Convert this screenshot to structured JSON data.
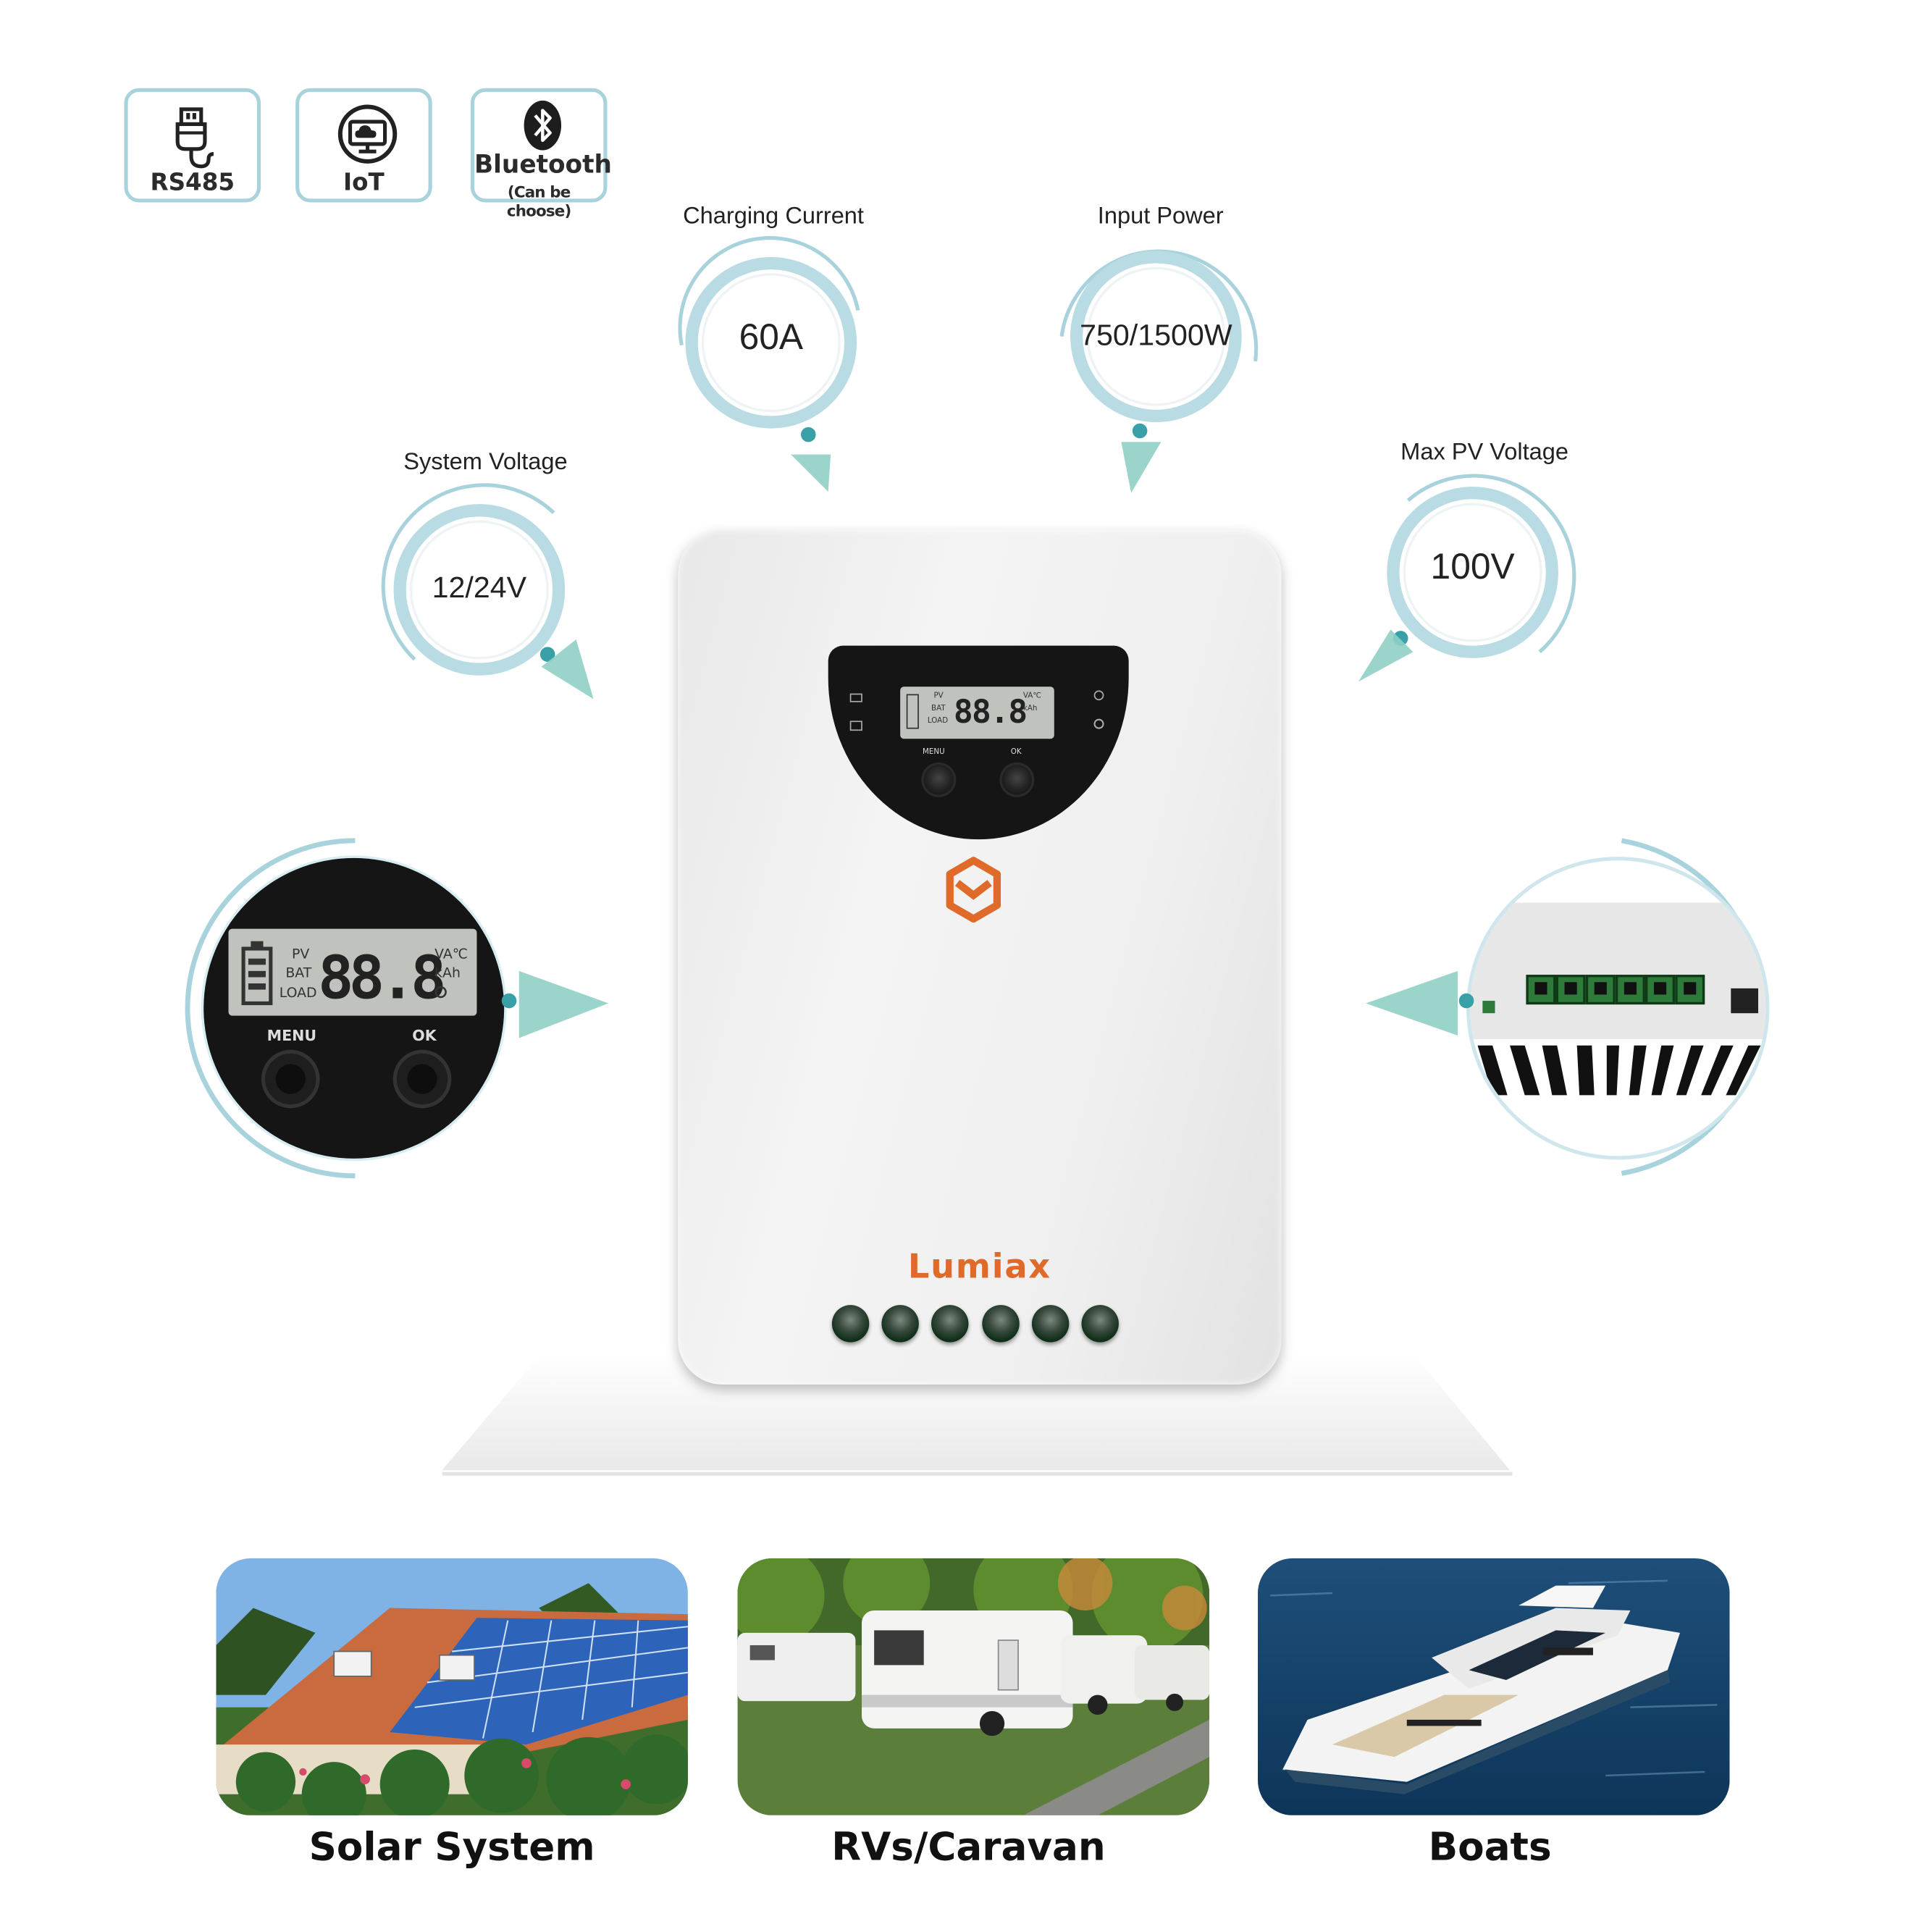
{
  "badges": [
    {
      "label": "RS485",
      "icon": "usb-connector-icon"
    },
    {
      "label": "IoT",
      "icon": "cloud-monitor-icon"
    },
    {
      "label": "Bluetooth",
      "sub": "(Can be choose)",
      "icon": "bluetooth-icon"
    }
  ],
  "specs": {
    "charging_current": {
      "title": "Charging Current",
      "value": "60A"
    },
    "input_power": {
      "title": "Input Power",
      "value": "750/1500W"
    },
    "system_voltage": {
      "title": "System  Voltage",
      "value": "12/24V"
    },
    "max_pv_voltage": {
      "title": "Max PV Voltage",
      "value": "100V"
    }
  },
  "controller": {
    "brand": "Lumiax",
    "lcd": {
      "pv": "PV",
      "bat": "BAT",
      "load": "LOAD",
      "digits": "88.8",
      "unit1": "VA℃",
      "unit2": "kAh"
    },
    "menu_label": "MENU",
    "ok_label": "OK"
  },
  "applications": [
    {
      "title": "Solar System"
    },
    {
      "title": "RVs/Caravan"
    },
    {
      "title": "Boats"
    }
  ],
  "colors": {
    "accent_ring": "#a9d3dc",
    "accent_arrow": "#7fc8c0",
    "brand_orange": "#e06a2a"
  }
}
